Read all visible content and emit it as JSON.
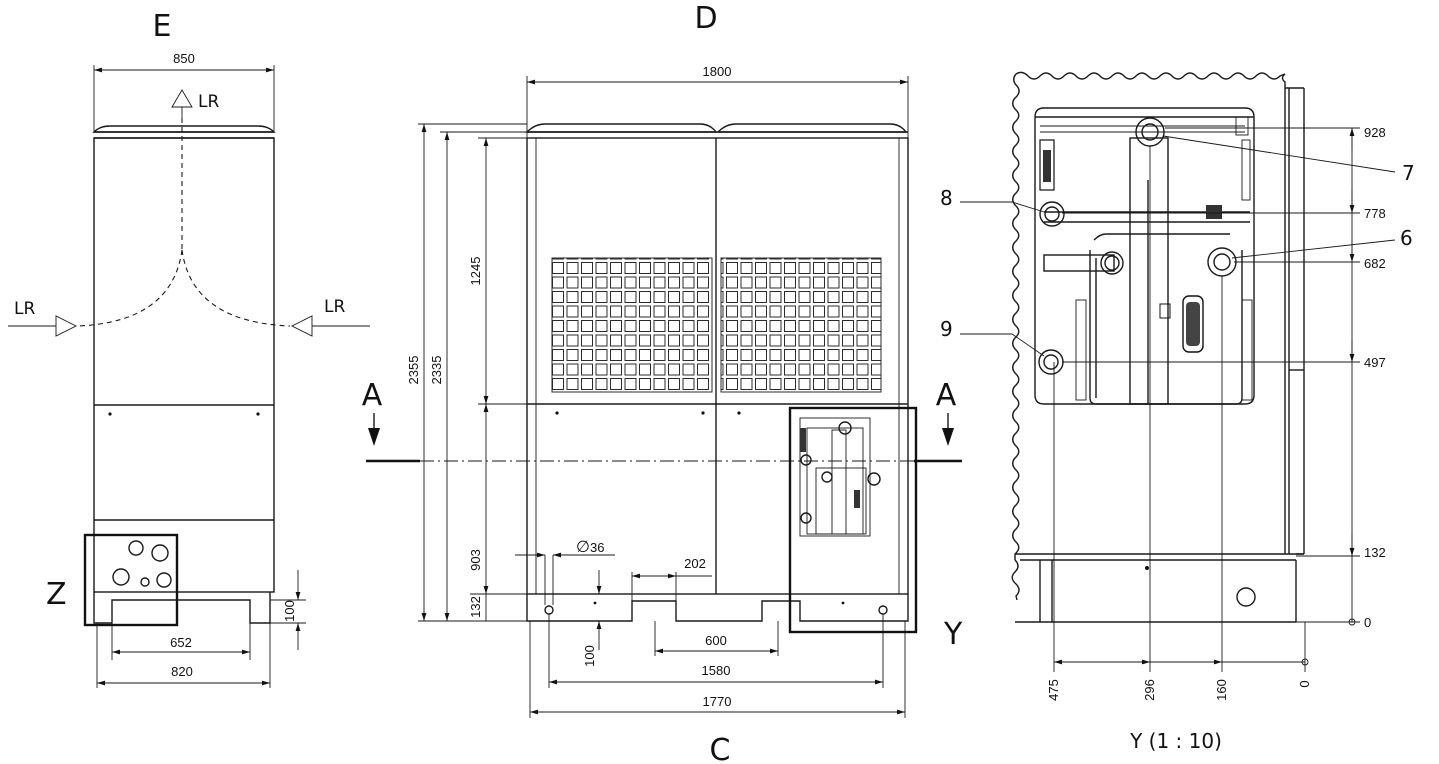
{
  "views": {
    "front": {
      "label": "E",
      "width": "850",
      "airflow": "LR",
      "airflow_left": "LR",
      "airflow_right": "LR",
      "base_inner": "652",
      "base_outer": "820",
      "base_height": "100",
      "detail_marker": "Z"
    },
    "side": {
      "label_top": "D",
      "label_bottom": "C",
      "width_top": "1800",
      "height_total": "2355",
      "height_body": "2335",
      "grille_height": "1245",
      "lower_height": "903",
      "base_height": "132",
      "pipe_diameter": "36",
      "diameter_symbol": "∅",
      "offset_202": "202",
      "foot_height": "100",
      "slot_width": "600",
      "feet_span": "1580",
      "base_width": "1770",
      "section_left": "A",
      "section_right": "A",
      "detail_marker": "Y"
    },
    "detail": {
      "caption": "Y (1 : 10)",
      "heights": [
        "928",
        "778",
        "682",
        "497",
        "132",
        "0"
      ],
      "horizontal": [
        "475",
        "296",
        "160",
        "0"
      ],
      "callouts": [
        "7",
        "8",
        "6",
        "9"
      ]
    }
  }
}
